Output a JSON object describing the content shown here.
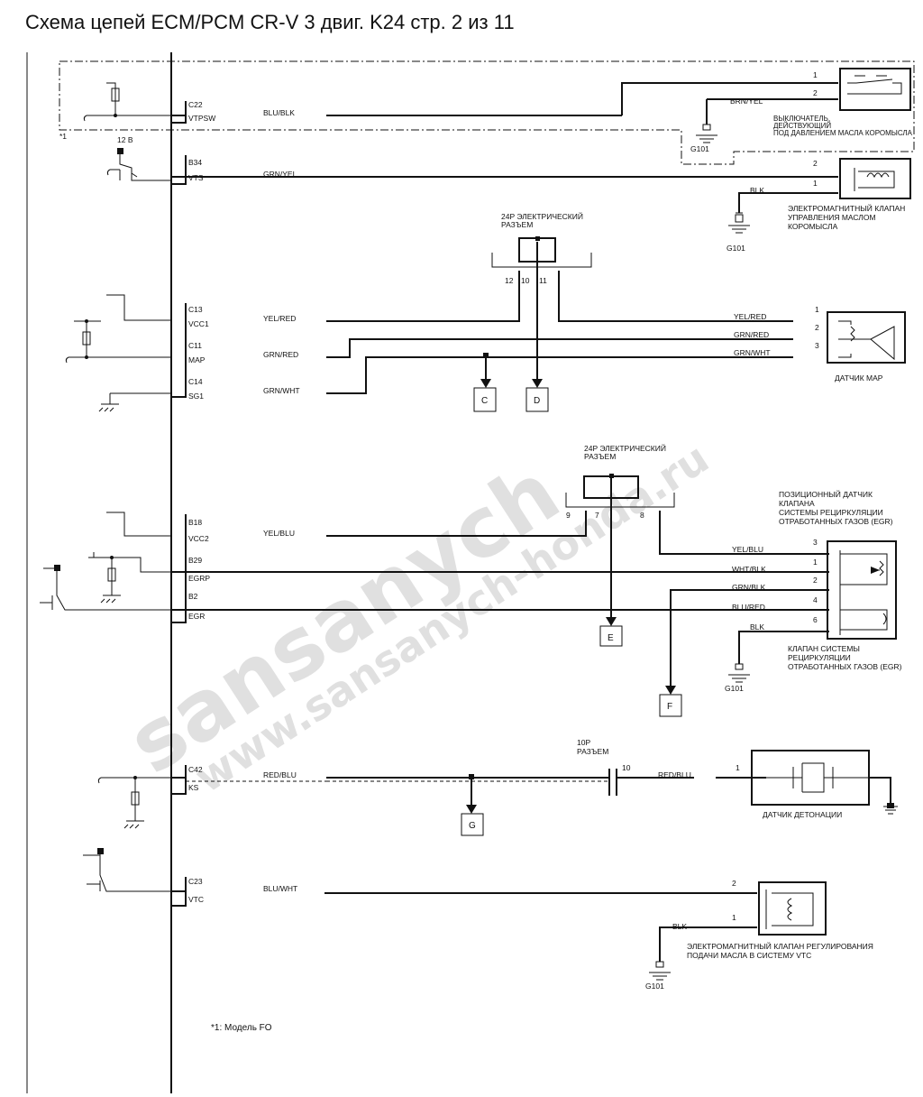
{
  "title": "Схема цепей ECM/PCM CR-V 3 двиг. K24 стр. 2 из 11",
  "watermark": {
    "brand": "sansanych",
    "url": "www.sansanych-honda.ru"
  },
  "ecm_pins": {
    "c22": "C22",
    "vtpsw": "VTPSW",
    "b34": "B34",
    "vts": "VTS",
    "c13": "C13",
    "vcc1": "VCC1",
    "c11": "C11",
    "map": "MAP",
    "c14": "C14",
    "sg1": "SG1",
    "b18": "B18",
    "vcc2": "VCC2",
    "b29": "B29",
    "egrp": "EGRP",
    "b2": "B2",
    "egr": "EGR",
    "c42": "C42",
    "ks": "KS",
    "c23": "C23",
    "vtc": "VTC"
  },
  "wires": {
    "blu_blk": "BLU/BLK",
    "brn_yel": "BRN/YEL",
    "grn_yel": "GRN/YEL",
    "blk": "BLK",
    "yel_red": "YEL/RED",
    "grn_red": "GRN/RED",
    "grn_wht": "GRN/WHT",
    "yel_blu": "YEL/BLU",
    "wht_blk": "WHT/BLK",
    "grn_blk": "GRN/BLK",
    "blu_red": "BLU/RED",
    "red_blu": "RED/BLU",
    "blu_wht": "BLU/WHT"
  },
  "pin_numbers": {
    "n1": "1",
    "n2": "2",
    "n3": "3",
    "n4": "4",
    "n6": "6",
    "n7": "7",
    "n8": "8",
    "n9": "9",
    "n10": "10",
    "n11": "11",
    "n12": "12"
  },
  "grounds": {
    "g101": "G101"
  },
  "voltage": "12 В",
  "note_marker": "*1",
  "footnote": "*1: Модель FO",
  "connectors": {
    "c24p_line1": "24P ЭЛЕКТРИЧЕСКИЙ",
    "c24p_line2": "РАЗЪЕМ",
    "c10p_line1": "10P",
    "c10p_line2": "РАЗЪЕМ"
  },
  "jump_labels": {
    "c": "C",
    "d": "D",
    "e": "E",
    "f": "F",
    "g": "G"
  },
  "components": {
    "oil_switch": [
      "ВЫКЛЮЧАТЕЛЬ,",
      "ДЕЙСТВУЮЩИЙ",
      "ПОД ДАВЛЕНИЕМ МАСЛА КОРОМЫСЛА"
    ],
    "rocker_solenoid": [
      "ЭЛЕКТРОМАГНИТНЫЙ КЛАПАН",
      "УПРАВЛЕНИЯ МАСЛОМ",
      "КОРОМЫСЛА"
    ],
    "map_sensor": [
      "ДАТЧИК MAP"
    ],
    "egr_position": [
      "ПОЗИЦИОННЫЙ ДАТЧИК",
      "КЛАПАНА",
      "СИСТЕМЫ РЕЦИРКУЛЯЦИИ",
      "ОТРАБОТАННЫХ ГАЗОВ (EGR)"
    ],
    "egr_valve": [
      "КЛАПАН СИСТЕМЫ",
      "РЕЦИРКУЛЯЦИИ",
      "ОТРАБОТАННЫХ ГАЗОВ (EGR)"
    ],
    "knock_sensor": [
      "ДАТЧИК ДЕТОНАЦИИ"
    ],
    "vtc_solenoid": [
      "ЭЛЕКТРОМАГНИТНЫЙ КЛАПАН РЕГУЛИРОВАНИЯ",
      "ПОДАЧИ МАСЛА В СИСТЕМУ VTC"
    ]
  }
}
